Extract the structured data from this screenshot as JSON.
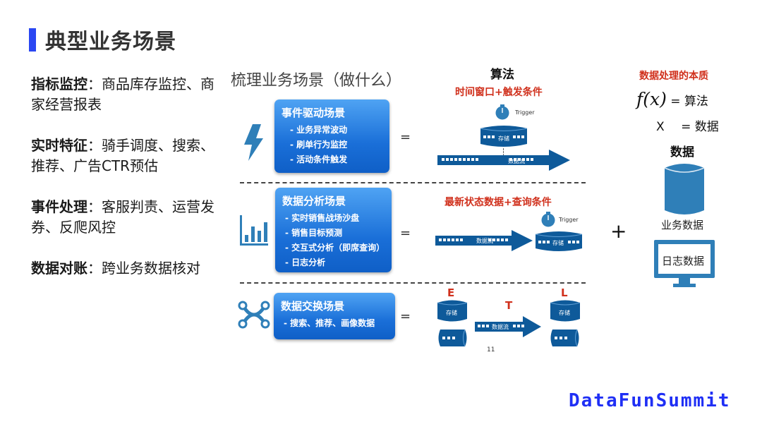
{
  "page": {
    "title": "典型业务场景",
    "accent_color": "#2a47f2"
  },
  "left_list": [
    {
      "key": "指标监控",
      "sep": "：",
      "text": "商品库存监控、商家经营报表"
    },
    {
      "key": "实时特征",
      "sep": "：",
      "text": "骑手调度、搜索、推荐、广告CTR预估"
    },
    {
      "key": "事件处理",
      "sep": "：",
      "text": "客服判责、运营发券、反爬风控"
    },
    {
      "key": "数据对账",
      "sep": "：",
      "text": "跨业务数据核对"
    }
  ],
  "section_title": "梳理业务场景（做什么）",
  "scenes": [
    {
      "icon": "lightning-icon",
      "title": "事件驱动场景",
      "items": [
        "- 业务异常波动",
        "- 刷单行为监控",
        "- 活动条件触发"
      ],
      "equals": "="
    },
    {
      "icon": "bar-chart-icon",
      "title": "数据分析场景",
      "items": [
        "- 实时销售战场沙盘",
        "- 销售目标预测",
        "- 交互式分析（即席查询）",
        "- 日志分析"
      ],
      "equals": "="
    },
    {
      "icon": "network-icon",
      "title": "数据交换场景",
      "items": [
        "-  搜索、推荐、画像数据"
      ],
      "equals": "="
    }
  ],
  "algorithm": {
    "header": "算法",
    "row1_condition": "时间窗口+触发条件",
    "row2_condition": "最新状态数据+查询条件",
    "trigger_label": "Trigger",
    "storage_label": "存储",
    "stream_label": "数据流",
    "etl": {
      "e": "E",
      "t": "T",
      "l": "L"
    },
    "page_number": "11"
  },
  "essence": {
    "title": "数据处理的本质",
    "f_symbol": "f(x)",
    "f_eq": "= 算法",
    "x_symbol": "X",
    "x_eq": "= 数据",
    "data_header": "数据",
    "business_data": "业务数据",
    "plus": "+",
    "log_data": "日志数据"
  },
  "colors": {
    "scene_box_top": "#4fa3f3",
    "scene_box_bottom": "#0f5fc7",
    "diagram_blue": "#0e5a9a",
    "icon_blue": "#2f7fb8",
    "emphasis_red": "#d0301c",
    "brand_blue": "#1f2ff5"
  },
  "brand": "DataFunSummit"
}
